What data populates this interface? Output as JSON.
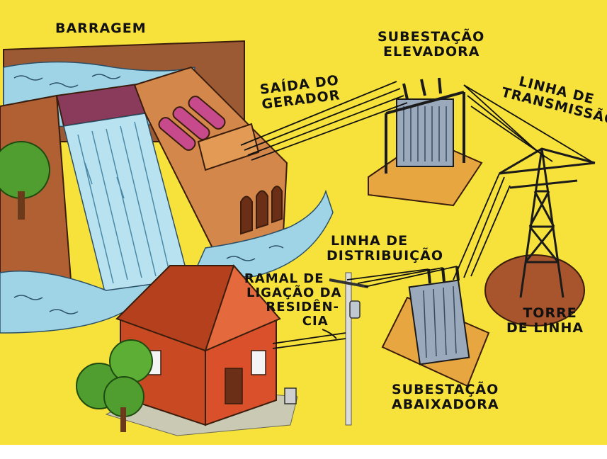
{
  "labels": {
    "dam": "BARRAGEM",
    "generator_output": [
      "SAÍDA DO",
      "GERADOR"
    ],
    "step_up_substation": [
      "SUBESTAÇÃO",
      "ELEVADORA"
    ],
    "transmission_line": [
      "LINHA DE",
      "TRANSMISSÃO"
    ],
    "distribution_line": [
      "LINHA DE",
      "DISTRIBUIÇÃO"
    ],
    "service_drop": [
      "RAMAL DE",
      "LIGAÇÃO DA",
      "RESIDÊN-",
      "CIA"
    ],
    "line_tower": [
      "TORRE",
      "DE LINHA"
    ],
    "step_down_substation": [
      "SUBESTAÇÃO",
      "ABAIXADORA"
    ]
  },
  "colors": {
    "background": "#f7e23b",
    "water": "#9ed4e6",
    "dam_wall": "#c9783f",
    "ground": "#b96a3a",
    "tree_green": "#4f9e2f",
    "house_wall": "#d9502a",
    "house_roof": "#b5401e",
    "substation_base": "#e8a640",
    "transformer": "#9aa9bb",
    "tower_ground": "#a8542d"
  }
}
